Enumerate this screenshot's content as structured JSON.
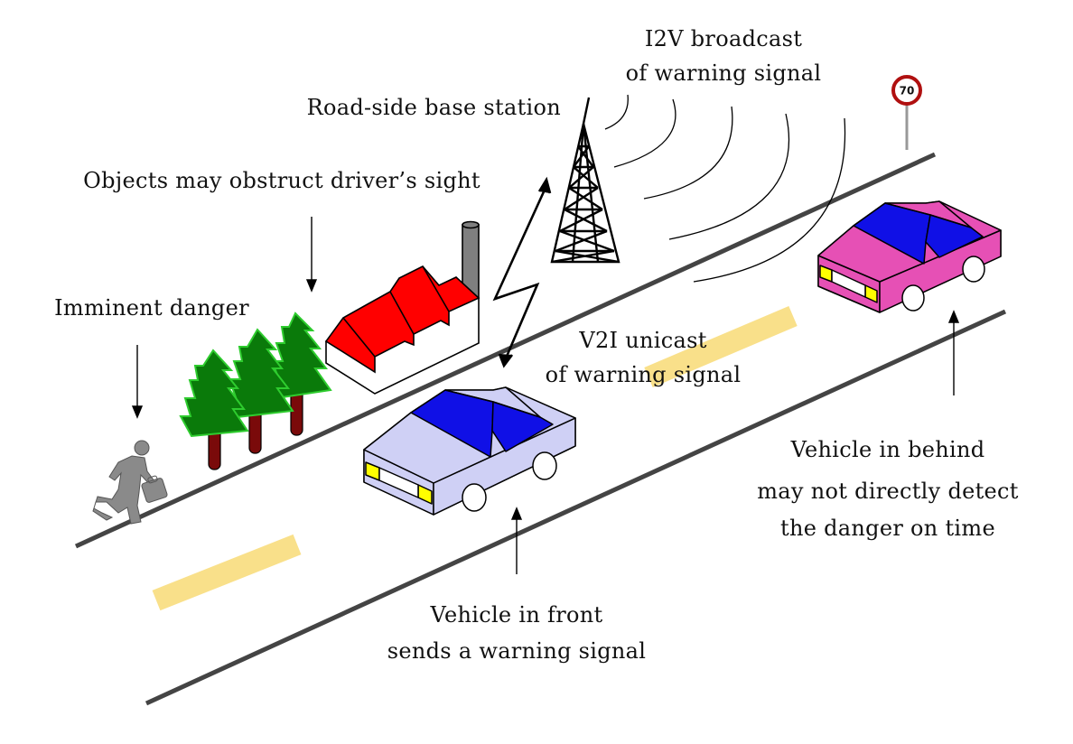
{
  "labels": {
    "i2v_line1": "I2V broadcast",
    "i2v_line2": "of warning signal",
    "base_station": "Road-side base station",
    "obstruct": "Objects may obstruct driver’s sight",
    "danger": "Imminent danger",
    "v2i_line1": "V2I unicast",
    "v2i_line2": "of warning signal",
    "behind_line1": "Vehicle in behind",
    "behind_line2": "may not directly detect",
    "behind_line3": "the danger on time",
    "front_line1": "Vehicle in front",
    "front_line2": "sends a warning signal"
  },
  "speed_sign": {
    "value": "70",
    "ring_color": "#b01010"
  },
  "colors": {
    "road_edge": "#444444",
    "lane_marking": "#f9e08a",
    "front_car_body": "#cfd0f5",
    "rear_car_body": "#e650b5",
    "windshield": "#1010e6",
    "headlight": "#ffff00",
    "factory_roof": "#ff0000",
    "tree_foliage": "#0a7a0a",
    "tree_trunk": "#7a0a0a",
    "pedestrian": "#8a8a8a"
  }
}
